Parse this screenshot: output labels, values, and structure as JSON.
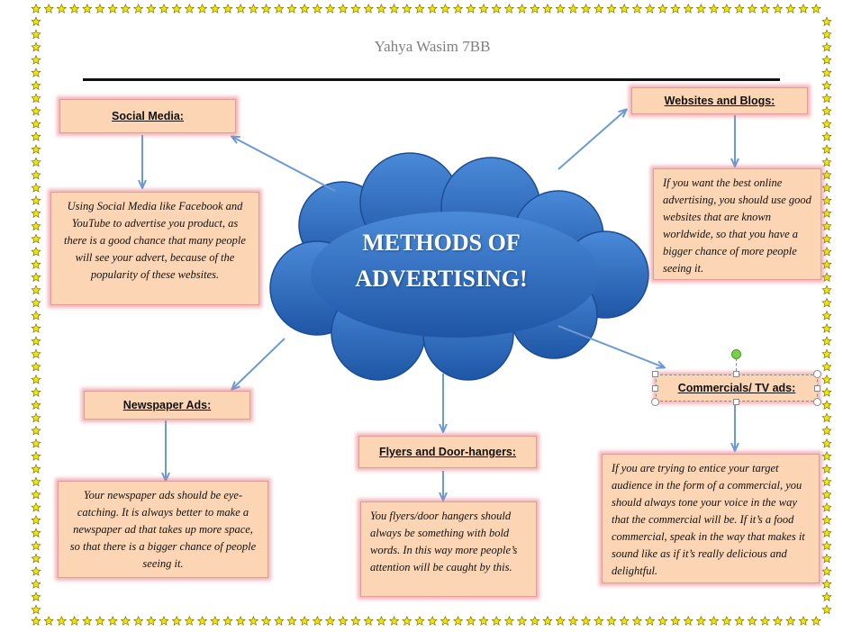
{
  "author": "Yahya Wasim 7BB",
  "title_line1": "METHODS OF",
  "title_line2": "ADVERTISING!",
  "colors": {
    "box_fill": "#fcd5b4",
    "box_glow": "#e67882",
    "cloud": "#2f6fc4",
    "arrow": "#6a9ad6",
    "star": "#f2e600"
  },
  "nodes": {
    "social": {
      "header": "Social Media:",
      "text": "Using Social Media like Facebook and YouTube to advertise you product, as there is a good chance that many people will see your advert, because of the popularity of these websites."
    },
    "websites": {
      "header": "Websites and Blogs:",
      "text": "If you want the best online advertising, you should use good websites that are known worldwide, so that you have a bigger chance of more people seeing it."
    },
    "newspaper": {
      "header": "Newspaper Ads:",
      "text": "Your newspaper ads should be eye-catching. It is always better to make a newspaper ad that takes up more space, so that there is a bigger chance of people seeing it."
    },
    "flyers": {
      "header": "Flyers and Door-hangers:",
      "text": "You flyers/door hangers should always be something with bold words. In this way more people’s attention will be caught by this."
    },
    "commercials": {
      "header": "Commercials/ TV ads:",
      "text": "If you are trying to entice your target audience in the form of a commercial, you should always tone your voice in the way that the commercial will be. If it’s a food commercial, speak in the way that makes it sound like as if it’s really delicious and delightful."
    }
  }
}
